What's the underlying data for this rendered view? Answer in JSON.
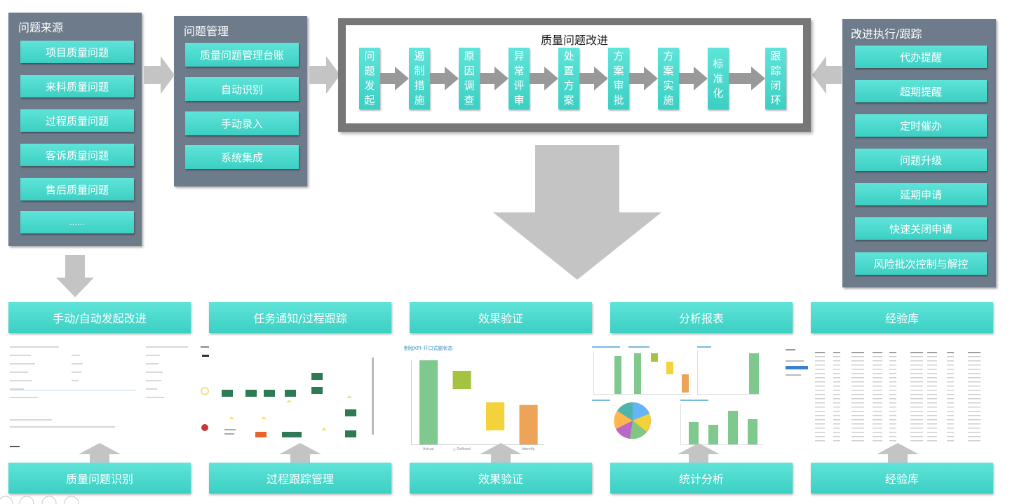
{
  "colors": {
    "teal": "#4fd9ce",
    "panel": "#6e7b8b",
    "arrow": "#c4c4c4",
    "flow_border": "#777777"
  },
  "source_panel": {
    "title": "问题来源",
    "items": [
      "项目质量问题",
      "来料质量问题",
      "过程质量问题",
      "客诉质量问题",
      "售后质量问题",
      "……"
    ]
  },
  "management_panel": {
    "title": "问题管理",
    "items": [
      "质量问题管理台账",
      "自动识别",
      "手动录入",
      "系统集成"
    ]
  },
  "flow": {
    "title": "质量问题改进",
    "steps": [
      "问题发起",
      "遏制措施",
      "原因调查",
      "异常评审",
      "处置方案",
      "方案审批",
      "方案实施",
      "标准化",
      "跟踪闭环"
    ]
  },
  "execution_panel": {
    "title": "改进执行/跟踪",
    "items": [
      "代办提醒",
      "超期提醒",
      "定时催办",
      "问题升级",
      "延期申请",
      "快速关闭申请",
      "风险批次控制与解控"
    ]
  },
  "top_bars": [
    "手动/自动发起改进",
    "任务通知/过程跟踪",
    "效果验证",
    "分析报表",
    "经验库"
  ],
  "bottom_bars": [
    "质量问题识别",
    "过程跟踪管理",
    "效果验证",
    "统计分析",
    "经验库"
  ],
  "thumbnails": {
    "kpi_chart_title": "制程KPI-开口式腿状态",
    "kpi_chart_data": {
      "type": "bar",
      "categories": [
        "Actual",
        "△ Defined",
        "",
        "Identify"
      ],
      "values": [
        16,
        14,
        8,
        7.5
      ],
      "ylim": [
        0,
        16
      ]
    }
  }
}
